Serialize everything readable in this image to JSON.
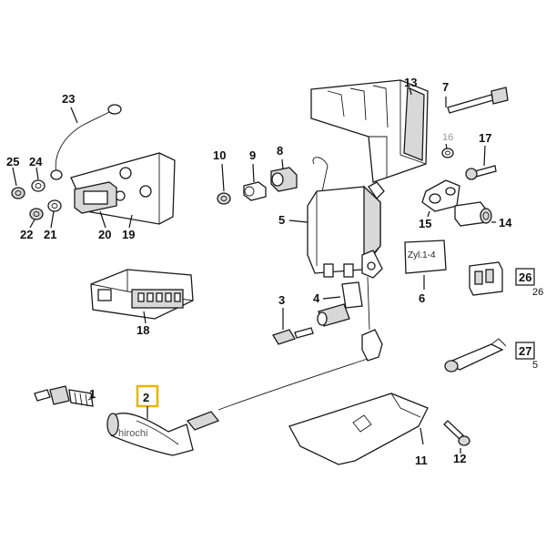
{
  "diagram": {
    "callouts": {
      "c1": "1",
      "c2": "2",
      "c3": "3",
      "c4": "4",
      "c5": "5",
      "c6": "6",
      "c7": "7",
      "c8": "8",
      "c9": "9",
      "c10": "10",
      "c11": "11",
      "c12": "12",
      "c13": "13",
      "c14": "14",
      "c15": "15",
      "c16": "16",
      "c17": "17",
      "c18": "18",
      "c19": "19",
      "c20": "20",
      "c21": "21",
      "c22": "22",
      "c23": "23",
      "c24": "24",
      "c25": "25",
      "c26": "26",
      "c26_sub": "26",
      "c27": "27",
      "c27_sub": "5"
    },
    "label_text": "Zyl.1-4",
    "watermark": "hirochi",
    "colors": {
      "highlight": "#e8b400",
      "line": "#1a1a1a",
      "fill_light": "#d8d8d8",
      "fill_dark": "#8a8a8a"
    }
  }
}
